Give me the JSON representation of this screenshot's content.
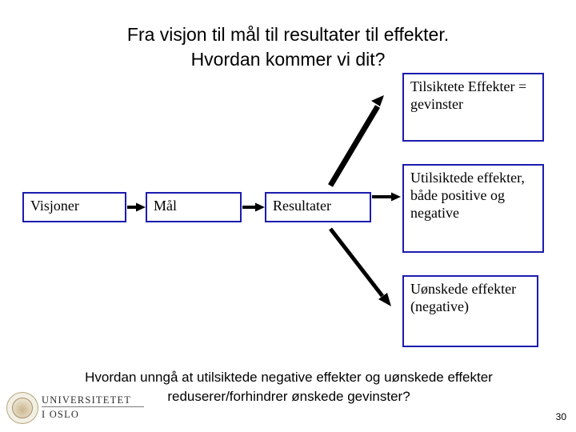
{
  "slide": {
    "title": "Fra visjon til mål til resultater til effekter.\nHvordan kommer vi dit?",
    "caption": "Hvordan unngå at utilsiktede negative effekter og uønskede effekter\nreduserer/forhindrer ønskede gevinster?",
    "page_number": "30"
  },
  "diagram": {
    "chain": [
      {
        "label": "Visjoner"
      },
      {
        "label": "Mål"
      },
      {
        "label": "Resultater"
      }
    ],
    "effects": [
      {
        "label": "Tilsiktete Effekter = gevinster"
      },
      {
        "label": "Utilsiktede effekter, både positive og negative"
      },
      {
        "label": "Uønskede effekter (negative)"
      }
    ],
    "colors": {
      "box_border": "#1c1cae",
      "arrow": "#000000",
      "text": "#000000"
    }
  },
  "logo": {
    "line1": "UNIVERSITETET",
    "line2": "I OSLO",
    "seal_name": "uio-seal-icon"
  }
}
